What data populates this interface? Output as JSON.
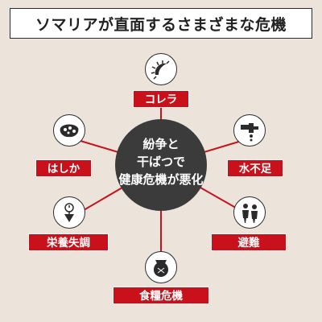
{
  "title": "ソマリアが直面するさまざまな危機",
  "center": {
    "lines": [
      "紛争と",
      "干ばつで",
      "健康危機が悪化"
    ]
  },
  "nodes": [
    {
      "label": "コレラ",
      "icon": "bacteria-icon"
    },
    {
      "label": "水不足",
      "icon": "water-tap-icon"
    },
    {
      "label": "避難",
      "icon": "displaced-people-icon"
    },
    {
      "label": "食糧危機",
      "icon": "food-sack-icon"
    },
    {
      "label": "栄養失調",
      "icon": "weighing-scale-child-icon"
    },
    {
      "label": "はしか",
      "icon": "measles-virus-icon"
    }
  ],
  "colors": {
    "background": "#ece4db",
    "accent_red": "#c8111a",
    "center_circle": "#3b3b3b",
    "icon_dark": "#2b2b2b"
  }
}
